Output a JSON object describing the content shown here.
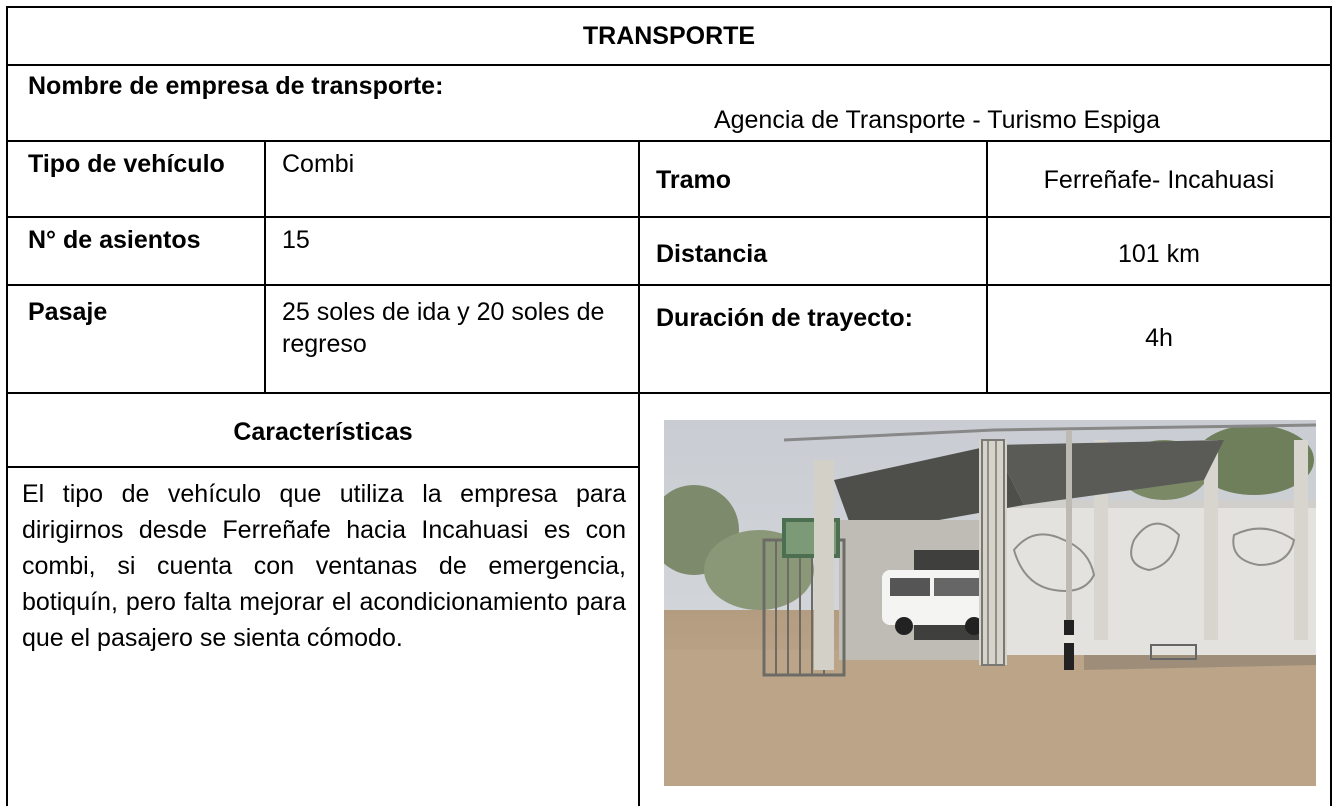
{
  "header": {
    "title": "TRANSPORTE"
  },
  "company": {
    "label": "Nombre de empresa de transporte:",
    "name": "Agencia de Transporte - Turismo Espiga"
  },
  "rows": [
    {
      "label_left": "Tipo de vehículo",
      "value_left": "Combi",
      "label_right": "Tramo",
      "value_right": "Ferreñafe- Incahuasi"
    },
    {
      "label_left": "N° de asientos",
      "value_left": "15",
      "label_right": "Distancia",
      "value_right": "101 km"
    },
    {
      "label_left": "Pasaje",
      "value_left": "25 soles de ida y 20 soles de regreso",
      "label_right": "Duración de trayecto:",
      "value_right": "4h"
    }
  ],
  "features": {
    "title": "Características",
    "text": "El tipo de vehículo que utiliza la empresa para dirigirnos desde Ferreñafe hacia Incahuasi es con combi, si cuenta con ventanas de emergencia, botiquín, pero falta mejorar el acondicionamiento para que el pasajero se sienta cómodo."
  }
}
